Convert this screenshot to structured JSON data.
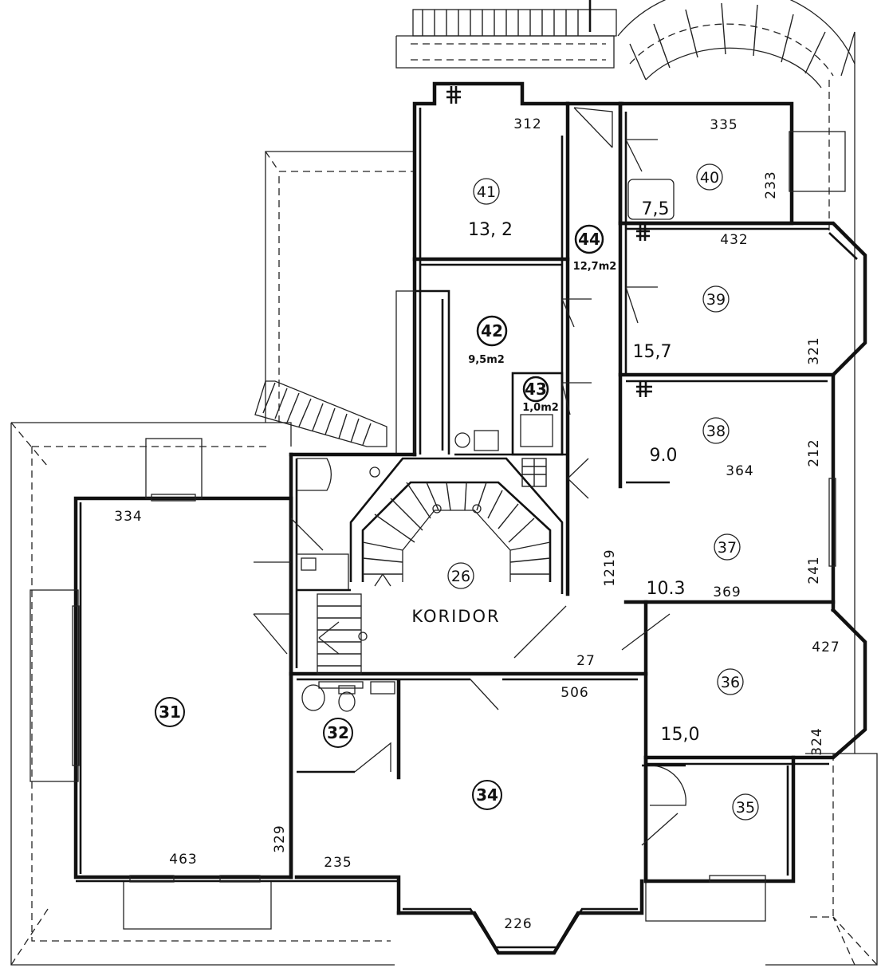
{
  "rooms": {
    "r26": {
      "num": "26",
      "name": "KORIDOR"
    },
    "r31": {
      "num": "31"
    },
    "r32": {
      "num": "32"
    },
    "r34": {
      "num": "34"
    },
    "r35": {
      "num": "35"
    },
    "r36": {
      "num": "36",
      "area": "15,0"
    },
    "r37": {
      "num": "37",
      "area": "10.3"
    },
    "r38": {
      "num": "38",
      "area": "9.0"
    },
    "r39": {
      "num": "39",
      "area": "15,7"
    },
    "r40": {
      "num": "40",
      "area": "7,5"
    },
    "r41": {
      "num": "41",
      "area": "13, 2"
    },
    "r42": {
      "num": "42",
      "area": "9,5m2"
    },
    "r43": {
      "num": "43",
      "area": "1,0m2"
    },
    "r44": {
      "num": "44",
      "area": "12,7m2"
    }
  },
  "dimensions": {
    "d312": "312",
    "d335": "335",
    "d233": "233",
    "d432": "432",
    "d321": "321",
    "d364": "364",
    "d212": "212",
    "d369": "369",
    "d241": "241",
    "d1219": "1219",
    "d427": "427",
    "d27": "27",
    "d506": "506",
    "d324": "324",
    "d334": "334",
    "d463": "463",
    "d329": "329",
    "d235": "235",
    "d226": "226"
  }
}
